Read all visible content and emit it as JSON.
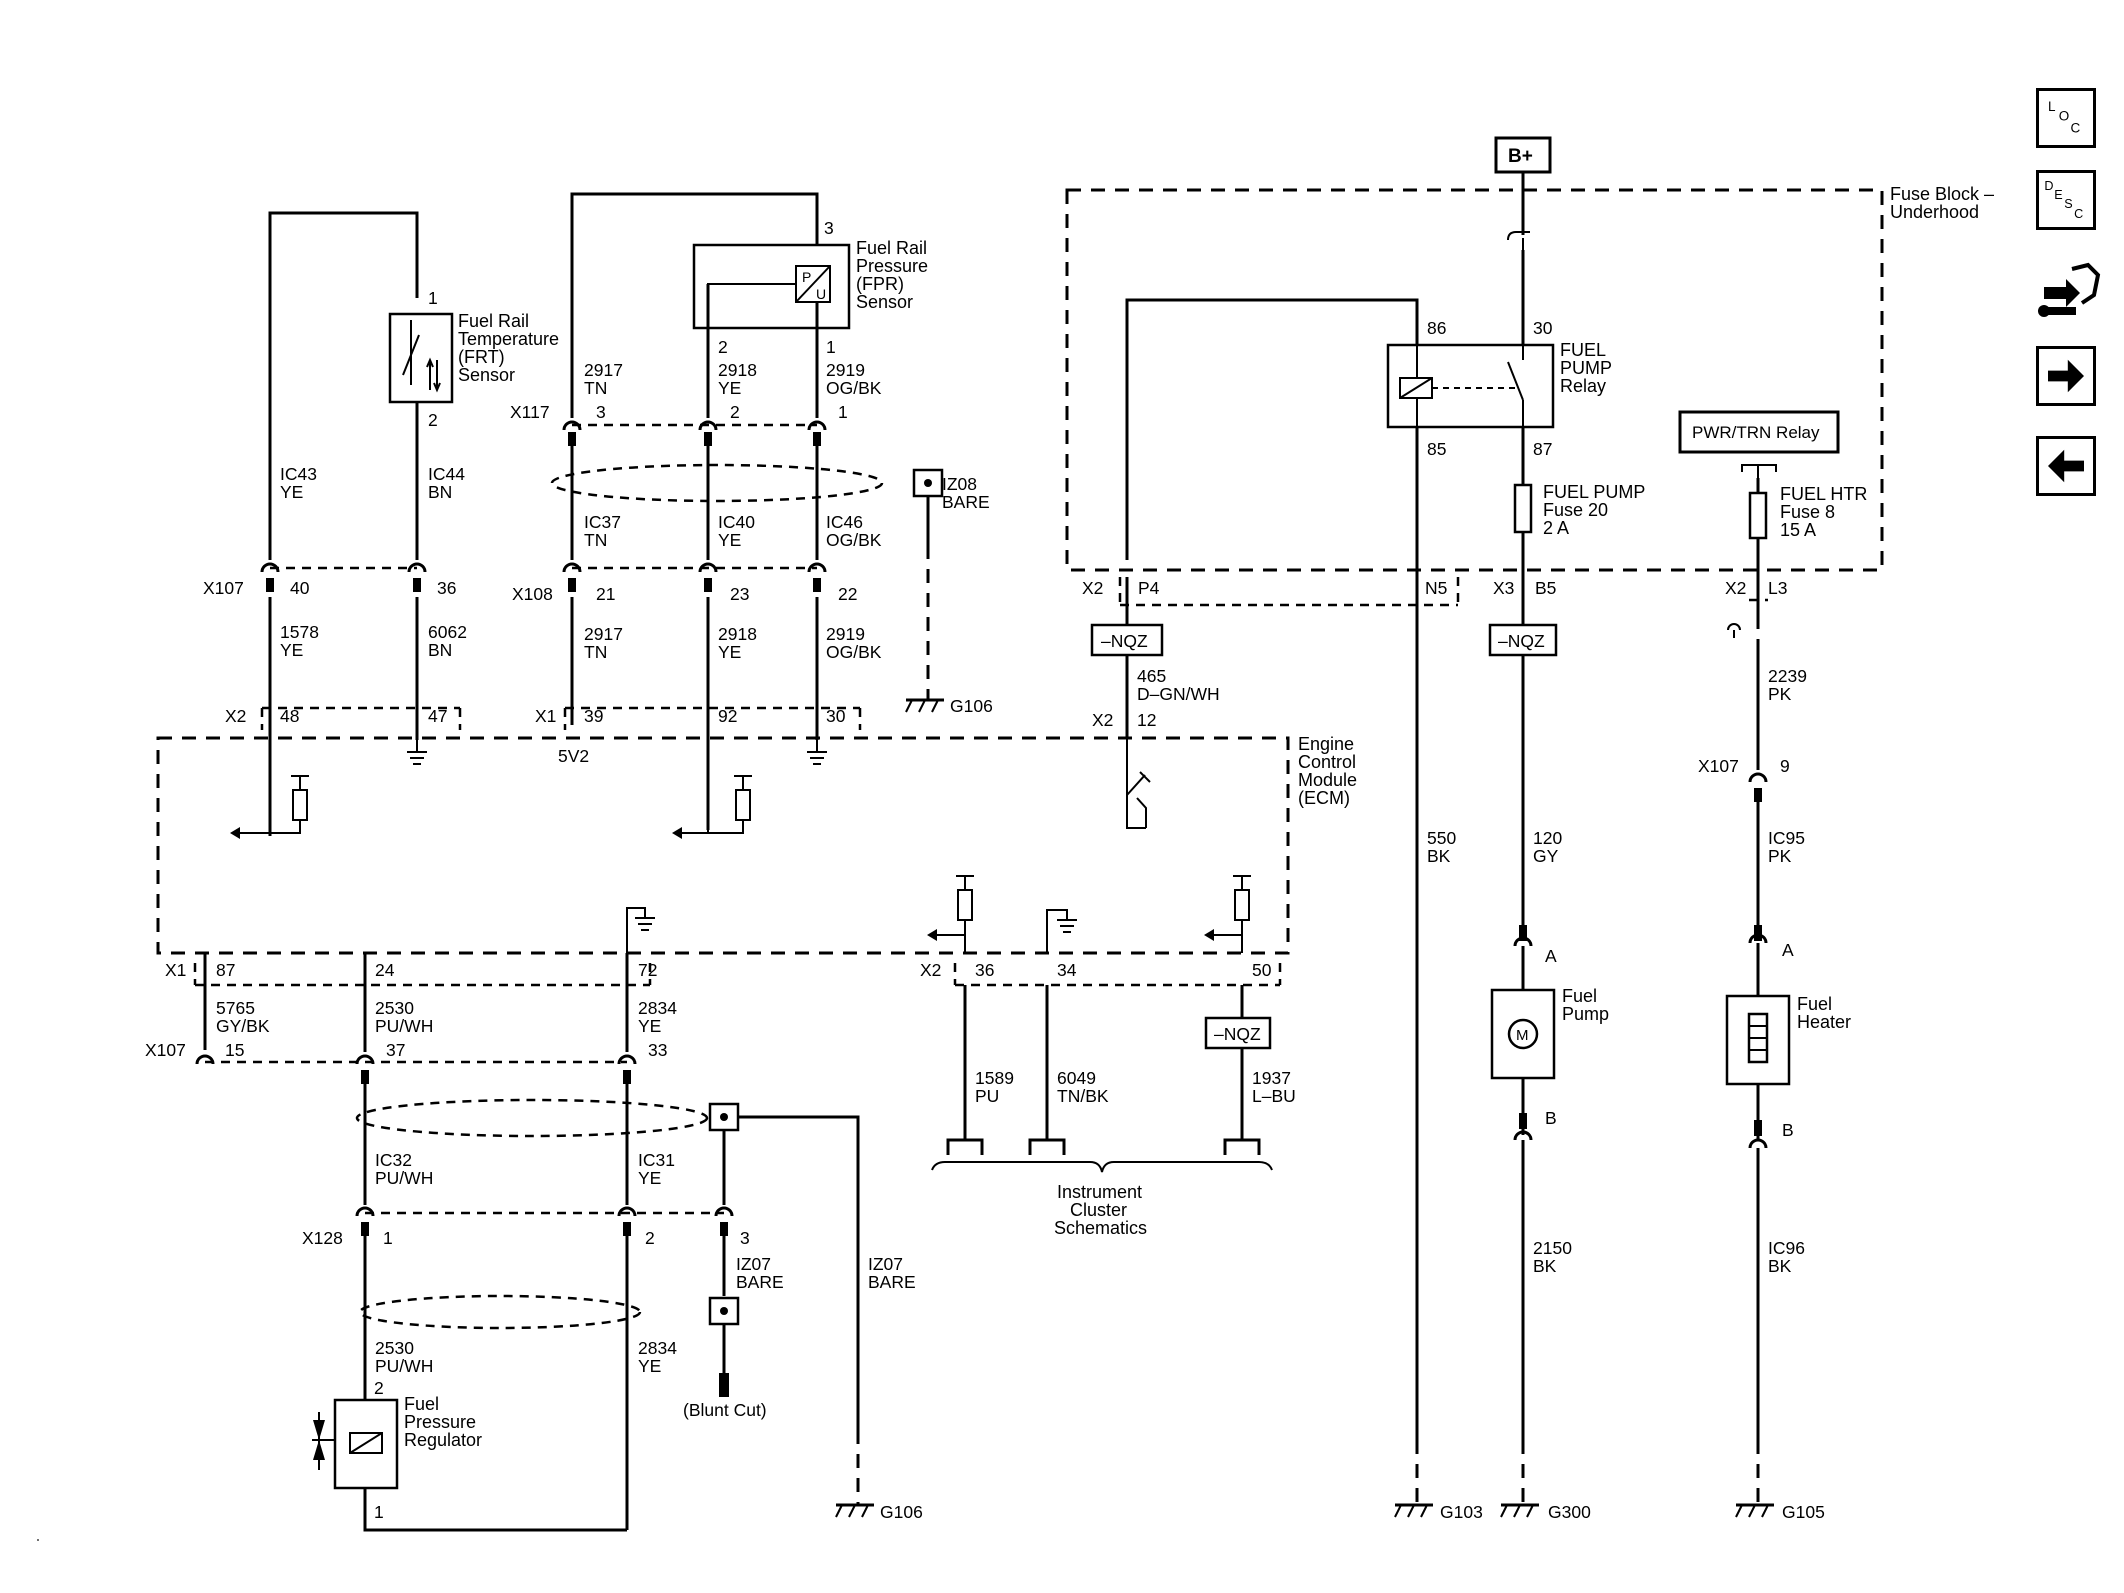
{
  "labels": {
    "frt_pin1": "1",
    "frt_l1": "Fuel Rail",
    "frt_l2": "Temperature",
    "frt_l3": "(FRT)",
    "frt_l4": "Sensor",
    "frt_pin2": "2",
    "fpr_pin3": "3",
    "fpr_l1": "Fuel Rail",
    "fpr_l2": "Pressure",
    "fpr_l3": "(FPR)",
    "fpr_l4": "Sensor",
    "fpr_pin2": "2",
    "fpr_pin1": "1",
    "w2917a": "2917",
    "tn_a": "TN",
    "w2918a": "2918",
    "ye_a": "YE",
    "w2919a": "2919",
    "ogbk_a": "OG/BK",
    "x117": "X117",
    "x117_3": "3",
    "x117_2": "2",
    "x117_1": "1",
    "ic43": "IC43",
    "ye_ic43": "YE",
    "ic44": "IC44",
    "bn_ic44": "BN",
    "ic37": "IC37",
    "tn_ic37": "TN",
    "ic40": "IC40",
    "ye_ic40": "YE",
    "ic46": "IC46",
    "ogbk_ic46": "OG/BK",
    "iz08": "IZ08",
    "bare_iz08": "BARE",
    "x107a": "X107",
    "x107a_40": "40",
    "x107a_36": "36",
    "x108": "X108",
    "x108_21": "21",
    "x108_23": "23",
    "x108_22": "22",
    "w1578": "1578",
    "ye_1578": "YE",
    "w6062": "6062",
    "bn_6062": "BN",
    "w2917b": "2917",
    "tn_b": "TN",
    "w2918b": "2918",
    "ye_b": "YE",
    "w2919b": "2919",
    "ogbk_b": "OG/BK",
    "g106a": "G106",
    "x2a": "X2",
    "x2a_48": "48",
    "x2a_47": "47",
    "x1a": "X1",
    "x1a_39": "39",
    "x1a_92": "92",
    "x1a_30": "30",
    "v5v2": "5V2",
    "ecm_l1": "Engine",
    "ecm_l2": "Control",
    "ecm_l3": "Module",
    "ecm_l4": "(ECM)",
    "x1b": "X1",
    "x1b_87": "87",
    "x1b_24": "24",
    "x1b_72": "72",
    "x2b": "X2",
    "x2b_36": "36",
    "x2b_34": "34",
    "x2b_50": "50",
    "w5765": "5765",
    "gybk": "GY/BK",
    "w2530a": "2530",
    "puwh_a": "PU/WH",
    "w2834a": "2834",
    "ye_2834a": "YE",
    "x107b": "X107",
    "x107b_15": "15",
    "x107b_37": "37",
    "x107b_33": "33",
    "nqz_bcm": "–NQZ",
    "w1589": "1589",
    "pu_1589": "PU",
    "w6049": "6049",
    "tnbk": "TN/BK",
    "w1937": "1937",
    "lbu": "L–BU",
    "ic32": "IC32",
    "puwh_ic32": "PU/WH",
    "ic31": "IC31",
    "ye_ic31": "YE",
    "ic_l1": "Instrument",
    "ic_l2": "Cluster",
    "ic_l3": "Schematics",
    "x128": "X128",
    "x128_1": "1",
    "x128_2": "2",
    "x128_3": "3",
    "iz07a": "IZ07",
    "bare_iz07a": "BARE",
    "iz07b": "IZ07",
    "bare_iz07b": "BARE",
    "w2530b": "2530",
    "puwh_b": "PU/WH",
    "w2834b": "2834",
    "ye_2834b": "YE",
    "fpreg_pin2": "2",
    "fpreg_l1": "Fuel",
    "fpreg_l2": "Pressure",
    "fpreg_l3": "Regulator",
    "fpreg_pin1": "1",
    "blunt": "(Blunt Cut)",
    "g106b": "G106",
    "bplus": "B+",
    "fb_l1": "Fuse Block –",
    "fb_l2": "Underhood",
    "relay_86": "86",
    "relay_30": "30",
    "relay_85": "85",
    "relay_87": "87",
    "fpr_relay_l1": "FUEL",
    "fpr_relay_l2": "PUMP",
    "fpr_relay_l3": "Relay",
    "fuse20_l1": "FUEL PUMP",
    "fuse20_l2": "Fuse 20",
    "fuse20_l3": "2 A",
    "pwrtrn": "PWR/TRN Relay",
    "fuse8_l1": "FUEL HTR",
    "fuse8_l2": "Fuse 8",
    "fuse8_l3": "15 A",
    "x2c": "X2",
    "p4": "P4",
    "n5": "N5",
    "x3": "X3",
    "b5": "B5",
    "x2d": "X2",
    "l3": "L3",
    "nqz_a": "–NQZ",
    "nqz_b": "–NQZ",
    "w465": "465",
    "dgnwh": "D–GN/WH",
    "x2e": "X2",
    "x2e_12": "12",
    "w2239": "2239",
    "pk_2239": "PK",
    "x107c": "X107",
    "x107c_9": "9",
    "ic95": "IC95",
    "pk_ic95": "PK",
    "w550": "550",
    "bk_550": "BK",
    "w120": "120",
    "gy_120": "GY",
    "fp_a": "A",
    "fp_l1": "Fuel",
    "fp_l2": "Pump",
    "fp_m": "M",
    "fp_b": "B",
    "fh_a": "A",
    "fh_l1": "Fuel",
    "fh_l2": "Heater",
    "fh_b": "B",
    "w2150": "2150",
    "bk_2150": "BK",
    "ic96": "IC96",
    "bk_ic96": "BK",
    "g103": "G103",
    "g300": "G300",
    "g105": "G105"
  },
  "nav": {
    "loc": "LOC",
    "desc": "DESC"
  }
}
